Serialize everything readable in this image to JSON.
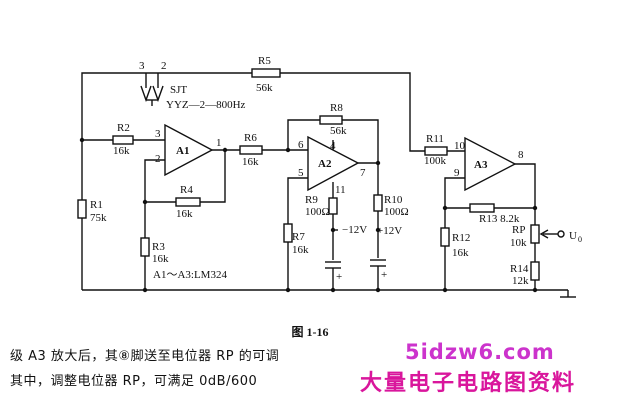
{
  "figure": {
    "caption": "图 1-16",
    "note": "A1～A3:LM324"
  },
  "components": {
    "sjt": "SJT",
    "sjt_model": "YYZ—2—800Hz",
    "sjt_pin3": "3",
    "sjt_pin2": "2",
    "r1": "R1",
    "r1_val": "75k",
    "r2": "R2",
    "r2_val": "16k",
    "r3": "R3",
    "r3_val": "16k",
    "r4": "R4",
    "r4_val": "16k",
    "r5": "R5",
    "r5_val": "56k",
    "r6": "R6",
    "r6_val": "16k",
    "r7": "R7",
    "r7_val": "16k",
    "r8": "R8",
    "r8_val": "56k",
    "r9": "R9",
    "r9_val": "100Ω",
    "r10": "R10",
    "r10_val": "100Ω",
    "r11": "R11",
    "r11_val": "100k",
    "r12": "R12",
    "r12_val": "16k",
    "r13": "R13 8.2k",
    "r14": "R14",
    "r14_val": "12k",
    "rp": "RP",
    "rp_val": "10k",
    "a1": "A1",
    "a2": "A2",
    "a3": "A3",
    "a1_pin3": "3",
    "a1_pin2": "2",
    "a1_pin1": "1",
    "a2_pin6": "6",
    "a2_pin5": "5",
    "a2_pin4": "4",
    "a2_pin7": "7",
    "a2_pin11": "11",
    "a3_pin10": "10",
    "a3_pin9": "9",
    "a3_pin8": "8",
    "neg12": "−12V",
    "pos12": "+12V",
    "output": "U",
    "output_sub": "0"
  },
  "text": {
    "line1": "级 A3 放大后，其⑧脚送至电位器 RP 的可调",
    "line2": "其中，调整电位器 RP，可满足 0dB/600"
  },
  "watermark": {
    "site": "5idzw6.com",
    "name": "大量电子电路图资料"
  }
}
